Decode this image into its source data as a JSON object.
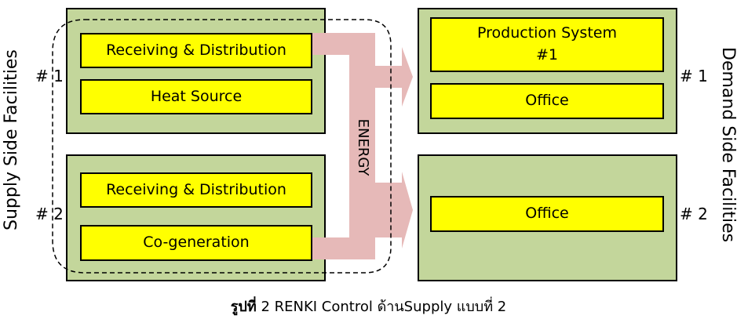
{
  "supply_side_label": "Supply Side Facilities",
  "demand_side_label": "Demand Side Facilities",
  "energy_label": "ENERGY",
  "supply": [
    {
      "number": "# 1",
      "boxes": [
        "Receiving & Distribution",
        "Heat Source"
      ]
    },
    {
      "number": "# 2",
      "boxes": [
        "Receiving & Distribution",
        "Co-generation"
      ]
    }
  ],
  "demand": [
    {
      "number": "# 1",
      "boxes": [
        "Production System\n#1",
        "Office"
      ]
    },
    {
      "number": "# 2",
      "boxes": [
        "Office"
      ]
    }
  ],
  "caption": {
    "prefix": "รูปที่",
    "text": " 2 RENKI Control ด้านSupply แบบที่ 2"
  },
  "colors": {
    "panel": "#c3d69b",
    "box": "#ffff00",
    "arrow": "#e6b9b8"
  }
}
